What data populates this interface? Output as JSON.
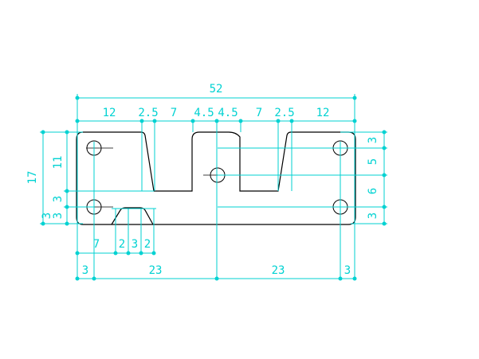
{
  "colors": {
    "dimension": "#00d2d2",
    "part": "#000000",
    "background": "#ffffff"
  },
  "dimensions": {
    "overall_width": "52",
    "top_segments": [
      "12",
      "2.5",
      "7",
      "4.5",
      "4.5",
      "7",
      "2.5",
      "12"
    ],
    "left_overall": "17",
    "left_upper": "11",
    "left_lower": [
      "3",
      "3",
      "3"
    ],
    "right_segments": [
      "3",
      "5",
      "6",
      "3"
    ],
    "bottom_slot": [
      "7",
      "2",
      "3",
      "2"
    ],
    "bottom_holes": [
      "3",
      "23",
      "23",
      "3"
    ]
  }
}
